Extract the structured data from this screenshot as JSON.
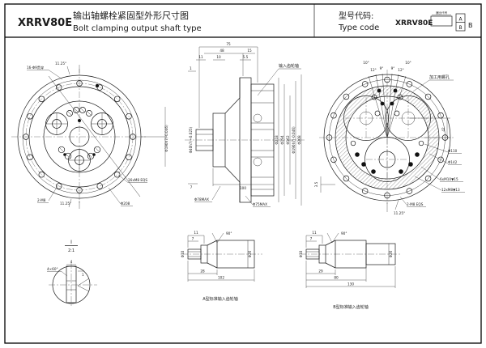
{
  "colors": {
    "line": "#1a1a1a",
    "background": "#ffffff"
  },
  "header": {
    "model": "XRRV80E",
    "title_cn": "输出轴螺栓紧固型外形尺寸图",
    "title_en": "Bolt clamping output shaft type",
    "code_label_cn": "型号代码:",
    "code_label_en": "Type code",
    "code_model": "XRRV80E",
    "ratio_note": "速比代号",
    "opt_a": "A",
    "opt_b": "B",
    "suffix": "B"
  },
  "front_view": {
    "bolt_note": "16-Φ9贯穿",
    "angle_top": "11.25°",
    "side_dia": "Φ190h7(-0.046)",
    "bolt_spec": "16xM8 EQS",
    "bcd": "Φ208",
    "pin_note": "2-M8",
    "angle_bottom": "11.25°"
  },
  "section_view": {
    "dims_top": {
      "d75": "75",
      "d48": "48",
      "d15": "15",
      "d11": "11",
      "d10": "10",
      "d55": "5.5",
      "d1": "1"
    },
    "input_label": "输入齿轮轴",
    "shaft_dia": "Φ40h7(+0.025)",
    "dims_bottom": {
      "d7": "7",
      "d100": "100"
    },
    "max_left": "Φ78MAX",
    "max_right": "Φ75MAX",
    "side_dims": [
      "Φ218",
      "Φ194",
      "Φ162",
      "Φ190h7(-0.046)",
      "Φ208"
    ]
  },
  "rear_view": {
    "angles_outer": [
      "10°",
      "10°"
    ],
    "angles_inner": [
      "12°",
      "9°",
      "9°",
      "12°"
    ],
    "screw_note": "加工用螺孔",
    "dim42": "42",
    "dia110": "Φ110",
    "dia142": "Φ142",
    "tap6": "6xM10▼15",
    "tap12": "12xM8▼13",
    "tap2": "2-M8 EQS",
    "angle_bottom": "11.25°",
    "dim_left": "3.5"
  },
  "detail_key": {
    "view_id": "I",
    "scale": "2:1",
    "chamfer": "4×60°",
    "d4": "4",
    "d1": "1"
  },
  "detail_a": {
    "d11": "11",
    "d7": "7",
    "angle": "90°",
    "dia_left": "Φ10",
    "dia_right": "Φ26",
    "d28": "28",
    "d102": "102",
    "caption": "A型标准输入齿轮轴"
  },
  "detail_b": {
    "d11": "11",
    "d7": "7",
    "angle": "90°",
    "dia_left": "Φ10",
    "dia_right": "Φ26",
    "d29": "29",
    "d80": "80",
    "d130": "130",
    "caption": "B型标准输入齿轮轴"
  }
}
